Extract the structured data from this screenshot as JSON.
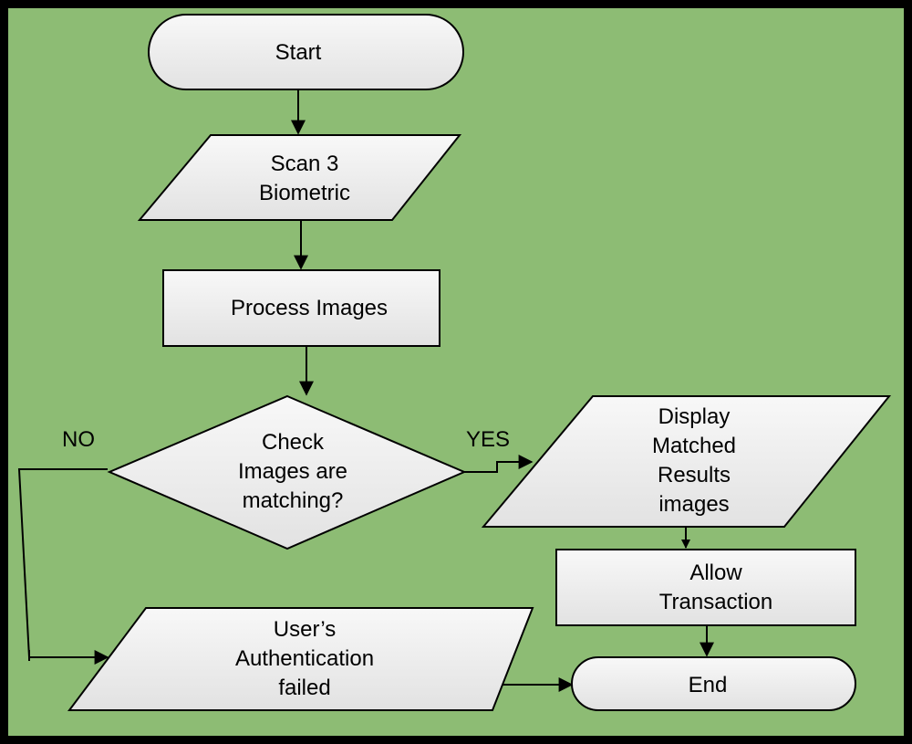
{
  "colors": {
    "background": "#8dbc74",
    "frame": "#000000",
    "shape_fill": "#ececec",
    "stroke": "#000000"
  },
  "nodes": {
    "start": {
      "lines": [
        "Start"
      ]
    },
    "scan": {
      "lines": [
        "Scan 3",
        "Biometric"
      ]
    },
    "process": {
      "lines": [
        "Process Images"
      ]
    },
    "check": {
      "lines": [
        "Check",
        "Images are",
        "matching?"
      ]
    },
    "display": {
      "lines": [
        "Display",
        "Matched",
        "Results",
        "images"
      ]
    },
    "allow": {
      "lines": [
        "Allow",
        "Transaction"
      ]
    },
    "failed": {
      "lines": [
        "User’s",
        "Authentication",
        "failed"
      ]
    },
    "end": {
      "lines": [
        "End"
      ]
    }
  },
  "labels": {
    "no": "NO",
    "yes": "YES"
  }
}
